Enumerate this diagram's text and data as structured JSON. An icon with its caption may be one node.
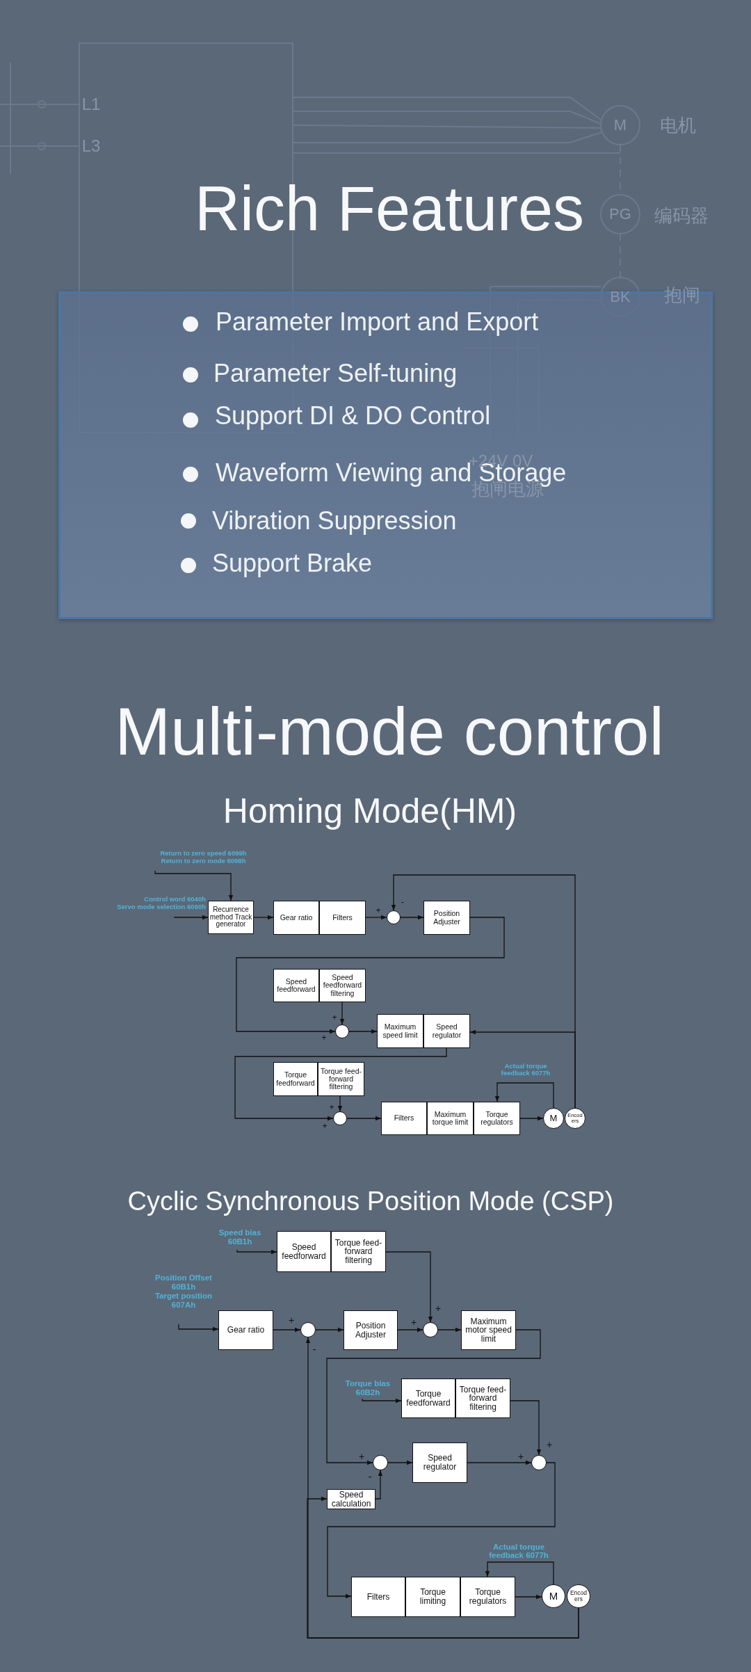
{
  "diagram": {
    "nodes": [
      {
        "text": [
          "Parameter Import and Export",
          "Parameter Self-tuning",
          "Support DI & DO Control",
          "Waveform Viewing and Storage",
          "Vibration Suppression",
          "Support Brake"
        ]
      },
      {
        "text": [
          "Return to zero speed 6099h",
          "Return to zero mode 6098h"
        ]
      },
      {
        "text": [
          "Control word 6040h",
          "Servo mode selection 6060h"
        ]
      },
      {
        "text": [
          "Recurrence method Track generator"
        ]
      },
      {
        "text": [
          "Gear ratio"
        ]
      },
      {
        "text": [
          "Filters"
        ]
      },
      {
        "text": [],
        "shape": "circle"
      },
      {
        "text": [
          "Position Adjuster"
        ]
      },
      {
        "text": [
          "Speed feedforward"
        ]
      },
      {
        "text": [
          "Speed feedforward filtering"
        ]
      },
      {
        "text": [],
        "shape": "circle"
      },
      {
        "text": [
          "Maximum speed limit"
        ]
      },
      {
        "text": [
          "Speed regulator"
        ]
      },
      {
        "text": [
          "Torque feedforward"
        ]
      },
      {
        "text": [
          "Torque feed-forward filtering"
        ]
      },
      {
        "text": [],
        "shape": "circle"
      },
      {
        "text": [
          "Filters"
        ]
      },
      {
        "text": [
          "Maximum torque limit"
        ]
      },
      {
        "text": [
          "Torque regulators"
        ]
      },
      {
        "text": [
          "M"
        ]
      },
      {
        "text": [
          "Encoders"
        ]
      },
      {
        "text": [
          "Speed bias 60B1h"
        ]
      },
      {
        "text": [
          "Speed feedforward"
        ]
      },
      {
        "text": [
          "Torque feed-forward filtering"
        ]
      },
      {
        "text": [
          "Position Offset 60B1h",
          "Target position 607Ah"
        ]
      },
      {
        "text": [
          "Gear ratio"
        ]
      },
      {
        "text": [],
        "shape": "circle"
      },
      {
        "text": [
          "Position Adjuster"
        ]
      },
      {
        "text": [],
        "shape": "circle"
      },
      {
        "text": [
          "Maximum motor speed limit"
        ]
      },
      {
        "text": [
          "Torque bias 60B2h"
        ]
      },
      {
        "text": [
          "Torque feedforward"
        ]
      },
      {
        "text": [
          "Torque feed-forward filtering"
        ]
      },
      {
        "text": [],
        "shape": "circle"
      },
      {
        "text": [
          "Speed regulator"
        ]
      },
      {
        "text": [],
        "shape": "circle"
      },
      {
        "text": [
          "Speed calculation"
        ]
      },
      {
        "text": [
          "Filters"
        ]
      },
      {
        "text": [
          "Torque limiting"
        ]
      },
      {
        "text": [
          "Torque regulators"
        ]
      },
      {
        "text": [
          "M"
        ]
      },
      {
        "text": [
          "Encoders"
        ]
      }
    ],
    "edges": [
      {
        "from": 1,
        "to": 3,
        "arrow": "to"
      },
      {
        "from": 2,
        "to": 3,
        "arrow": "to"
      },
      {
        "from": 3,
        "to": 4,
        "arrow": "to"
      },
      {
        "from": 5,
        "to": 6,
        "arrow": "to"
      },
      {
        "from": 6,
        "to": 7,
        "arrow": "to"
      },
      {
        "from": 20,
        "to": 6,
        "arrow": "to"
      },
      {
        "from": 7,
        "to": 10,
        "arrow": "to"
      },
      {
        "from": 9,
        "to": 10,
        "arrow": "to"
      },
      {
        "from": 10,
        "to": 11,
        "arrow": "to"
      },
      {
        "from": 20,
        "to": 12,
        "arrow": "to"
      },
      {
        "from": 12,
        "to": 15,
        "arrow": "to"
      },
      {
        "from": 14,
        "to": 15,
        "arrow": "to"
      },
      {
        "from": 15,
        "to": 16,
        "arrow": "to"
      },
      {
        "from": 18,
        "to": 19,
        "arrow": "to"
      },
      {
        "from": 19,
        "to": 18,
        "arrow": "to",
        "label": "Actual torque feedback 6077h"
      },
      {
        "from": 21,
        "to": 22,
        "arrow": "to"
      },
      {
        "from": 23,
        "to": 28,
        "arrow": "to"
      },
      {
        "from": 24,
        "to": 25,
        "arrow": "to"
      },
      {
        "from": 25,
        "to": 26,
        "arrow": "to"
      },
      {
        "from": 26,
        "to": 27,
        "arrow": "to"
      },
      {
        "from": 27,
        "to": 28,
        "arrow": "to"
      },
      {
        "from": 28,
        "to": 29,
        "arrow": "to"
      },
      {
        "from": 29,
        "to": 33,
        "arrow": "to"
      },
      {
        "from": 30,
        "to": 31,
        "arrow": "to"
      },
      {
        "from": 32,
        "to": 35,
        "arrow": "to"
      },
      {
        "from": 33,
        "to": 34,
        "arrow": "to"
      },
      {
        "from": 34,
        "to": 35,
        "arrow": "to"
      },
      {
        "from": 36,
        "to": 33,
        "arrow": "to"
      },
      {
        "from": 41,
        "to": 26,
        "arrow": "to"
      },
      {
        "from": 41,
        "to": 36,
        "arrow": "to"
      },
      {
        "from": 35,
        "to": 37,
        "arrow": "to"
      },
      {
        "from": 39,
        "to": 40,
        "arrow": "to"
      },
      {
        "from": 40,
        "to": 39,
        "arrow": "to",
        "label": "Actual torque feedback 6077h"
      }
    ],
    "labels": [
      "L1",
      "M",
      "电机",
      "L3",
      "Rich Features",
      "PG",
      "编码器",
      "BK",
      "抱闸",
      "+24V 0V",
      "抱闸电源",
      "Multi-mode control",
      "Homing Mode(HM)",
      "+",
      "-",
      "+",
      "+",
      "+",
      "+",
      "Cyclic Synchronous Position Mode (CSP)",
      "+",
      "+",
      "+",
      "-",
      "+",
      "+",
      "+",
      "-"
    ]
  }
}
